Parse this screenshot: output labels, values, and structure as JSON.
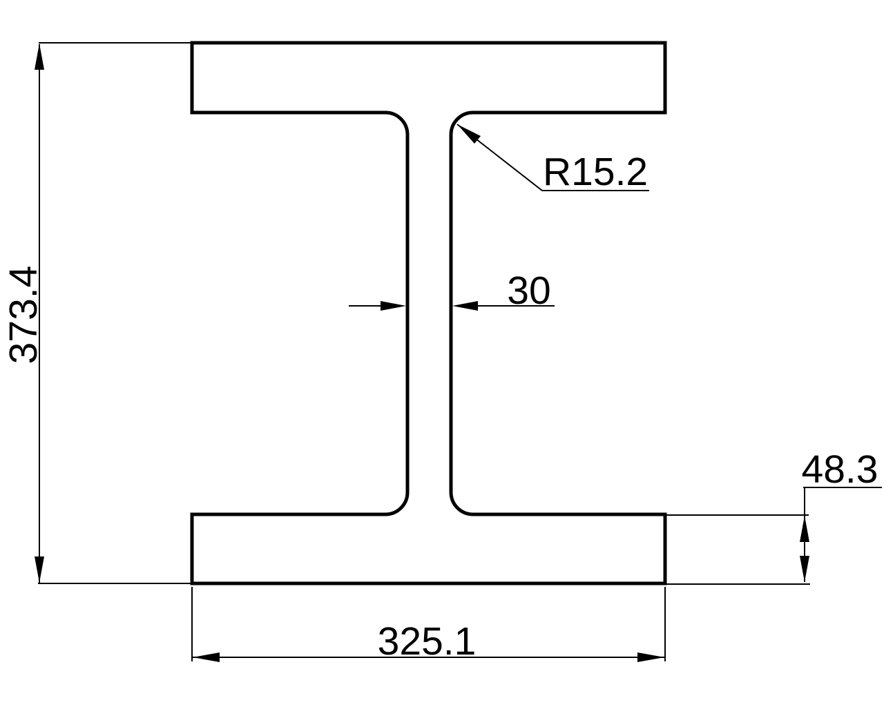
{
  "drawing": {
    "title": "I-beam cross-section technical drawing",
    "labels": {
      "overall_height": "373.4",
      "flange_width": "325.1",
      "web_thickness": "30",
      "fillet_radius": "R15.2",
      "flange_thickness": "48.3"
    },
    "colors": {
      "line": "#000000",
      "background": "#ffffff"
    }
  }
}
